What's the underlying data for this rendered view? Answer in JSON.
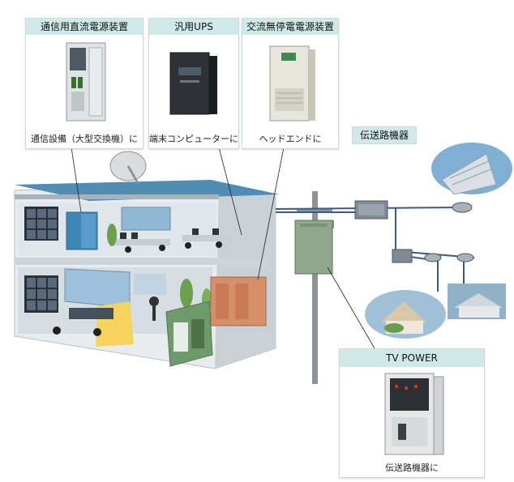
{
  "cards": {
    "dc_power": {
      "title": "通信用直流電源装置",
      "caption": "通信設備（大型交換機）に"
    },
    "ups": {
      "title": "汎用UPS",
      "caption": "端末コンピューターに"
    },
    "ac_power": {
      "title": "交流無停電電源装置",
      "caption": "ヘッドエンドに"
    },
    "tv_power": {
      "title": "TV POWER",
      "caption": "伝送路機器に"
    }
  },
  "transmission": {
    "label": "伝送路機器"
  },
  "colors": {
    "header": "#cfe8e8",
    "cable": "#3a5a8a",
    "pole": "#8a949c"
  }
}
